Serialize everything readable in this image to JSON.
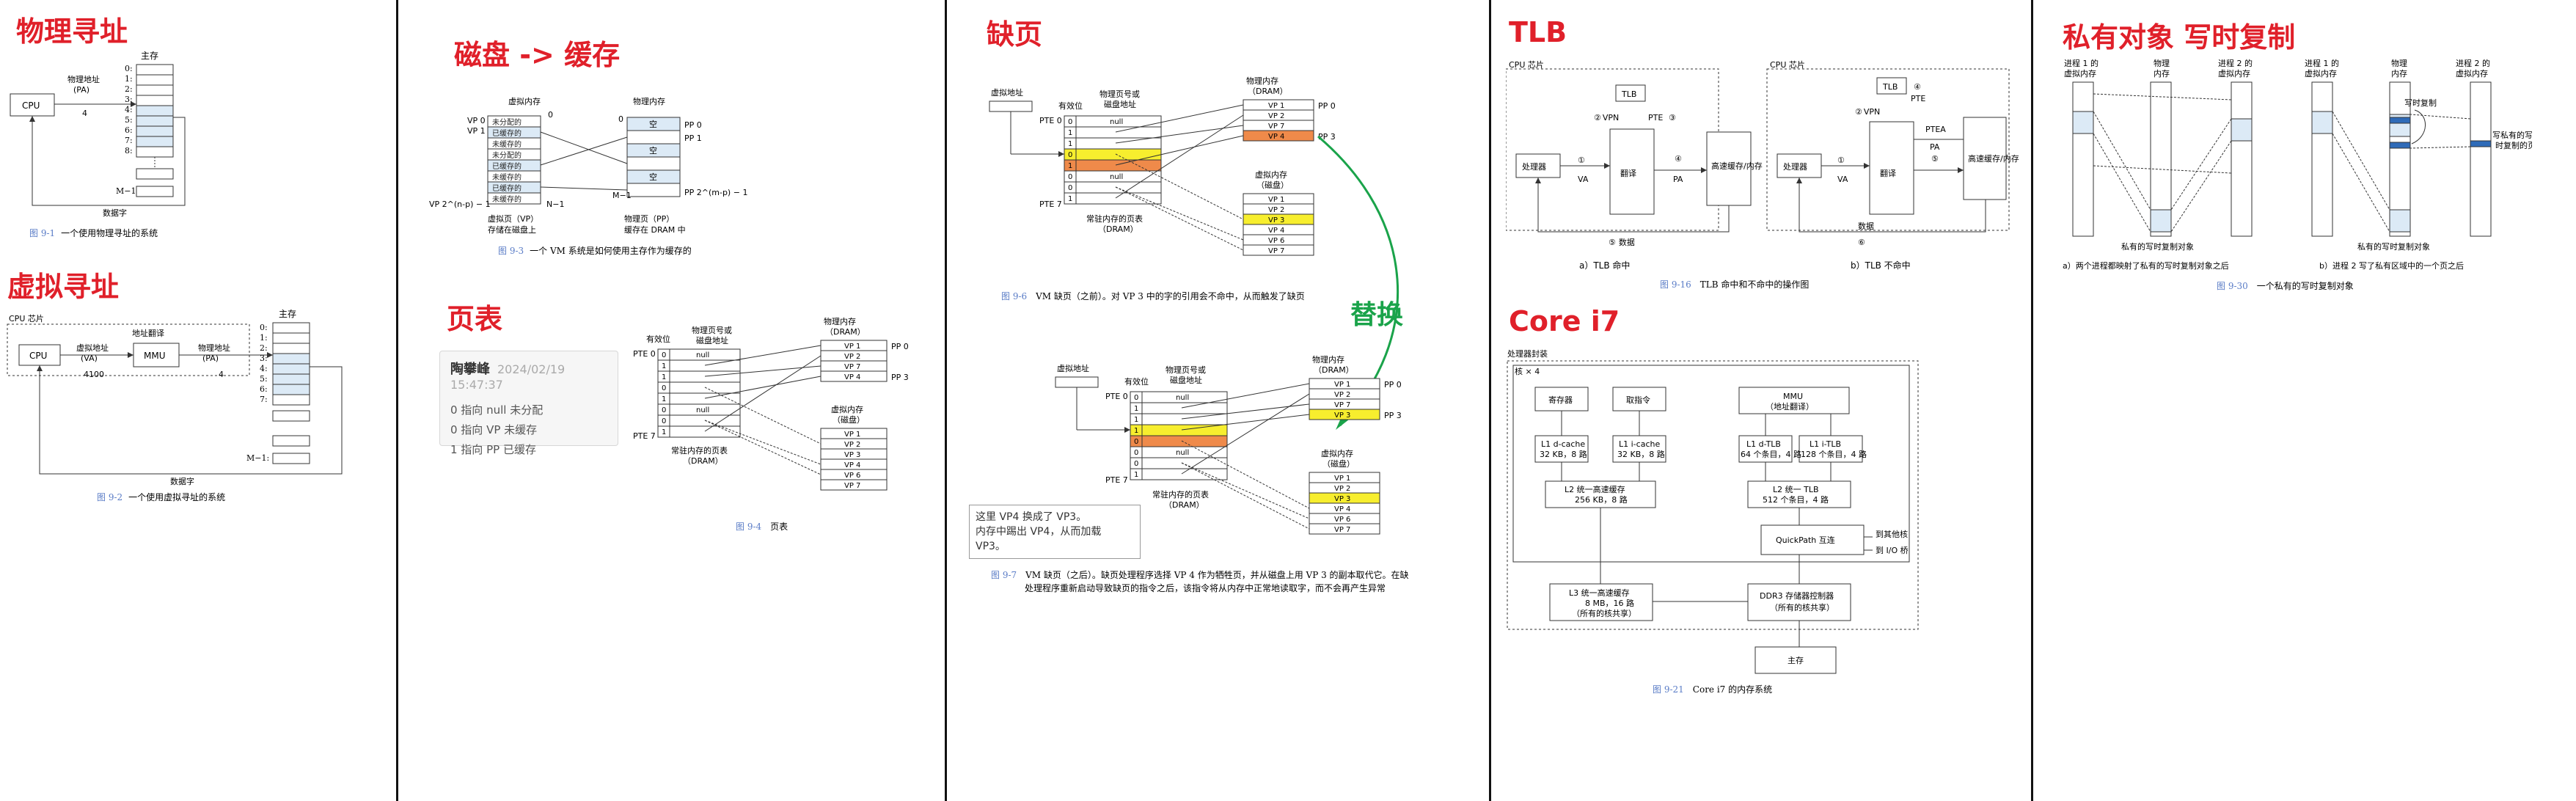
{
  "col1": {
    "title1": "物理寻址",
    "title2": "虚拟寻址",
    "fig1": {
      "main_memory": "主存",
      "pa_label": "物理地址",
      "pa_abbr": "(PA)",
      "pa_value": "4",
      "cpu": "CPU",
      "rows": [
        "0:",
        "1:",
        "2:",
        "3:",
        "4:",
        "5:",
        "6:",
        "7:",
        "8:"
      ],
      "m1": "M−1:",
      "data_word": "数据字",
      "caption_num": "图 9-1",
      "caption_text": "一个使用物理寻址的系统"
    },
    "fig2": {
      "cpu_chip": "CPU 芯片",
      "main_memory": "主存",
      "cpu": "CPU",
      "va_label": "虚拟地址",
      "va_abbr": "(VA)",
      "va_value": "4100",
      "mmu_title": "地址翻译",
      "mmu": "MMU",
      "pa_label": "物理地址",
      "pa_abbr": "(PA)",
      "pa_value": "4",
      "rows": [
        "0:",
        "1:",
        "2:",
        "3:",
        "4:",
        "5:",
        "6:",
        "7:"
      ],
      "m1": "M−1:",
      "data_word": "数据字",
      "caption_num": "图 9-2",
      "caption_text": "一个使用虚拟寻址的系统"
    }
  },
  "col2": {
    "title1": "磁盘 -> 缓存",
    "title2": "页表",
    "fig3": {
      "vm_title": "虚拟内存",
      "pm_title": "物理内存",
      "vp0": "VP 0",
      "vp1": "VP 1",
      "vpn": "VP 2^(n-p) − 1",
      "zero": "0",
      "n1": "N−1",
      "m1": "M−1",
      "cells": [
        "未分配的",
        "已缓存的",
        "未缓存的",
        "未分配的",
        "已缓存的",
        "未缓存的",
        "已缓存的",
        "未缓存的"
      ],
      "pm_cells": [
        "空",
        "",
        "空",
        "",
        "空",
        ""
      ],
      "pp0": "PP 0",
      "pp1": "PP 1",
      "ppn": "PP 2^(m-p) − 1",
      "vm_caption1": "虚拟页（VP）",
      "vm_caption2": "存储在磁盘上",
      "pm_caption1": "物理页（PP）",
      "pm_caption2": "缓存在 DRAM 中",
      "caption_num": "图 9-3",
      "caption_text": "一个 VM 系统是如何使用主存作为缓存的"
    },
    "note": {
      "author": "陶攀峰",
      "date": "2024/02/19 15:47:37",
      "lines": [
        "0 指向 null 未分配",
        "0 指向 VP 未缓存",
        "1 指向 PP 已缓存"
      ]
    },
    "fig4": {
      "valid": "有效位",
      "ppn_title1": "物理页号或",
      "ppn_title2": "磁盘地址",
      "pm_title": "物理内存",
      "pm_sub": "（DRAM）",
      "pte0": "PTE 0",
      "pte7": "PTE 7",
      "bits": [
        "0",
        "1",
        "1",
        "0",
        "1",
        "0",
        "0",
        "1"
      ],
      "nulls": [
        "null",
        "",
        "",
        "",
        "",
        "null",
        "",
        ""
      ],
      "pm_vps": [
        "VP 1",
        "VP 2",
        "VP 7",
        "VP 4"
      ],
      "pp0": "PP 0",
      "pp3": "PP 3",
      "vm_title": "虚拟内存",
      "vm_sub": "（磁盘）",
      "vm_vps": [
        "VP 1",
        "VP 2",
        "VP 3",
        "VP 4",
        "VP 6",
        "VP 7"
      ],
      "pt_caption1": "常驻内存的页表",
      "pt_caption2": "（DRAM）",
      "caption_num": "图 9-4",
      "caption_text": "页表"
    }
  },
  "col3": {
    "title": "缺页",
    "replace": "替换",
    "fig_before": {
      "va": "虚拟地址",
      "valid": "有效位",
      "ppn1": "物理页号或",
      "ppn2": "磁盘地址",
      "pm_title": "物理内存",
      "pm_sub": "（DRAM）",
      "pte0": "PTE 0",
      "pte7": "PTE 7",
      "bits": [
        "0",
        "1",
        "1",
        "0",
        "1",
        "0",
        "0",
        "1"
      ],
      "nulls": [
        "null",
        "",
        "",
        "",
        "",
        "null",
        "",
        ""
      ],
      "pm_vps": [
        "VP 1",
        "VP 2",
        "VP 7",
        "VP 4"
      ],
      "pp0": "PP 0",
      "pp3": "PP 3",
      "vm_title": "虚拟内存",
      "vm_sub": "（磁盘）",
      "vm_vps": [
        "VP 1",
        "VP 2",
        "VP 3",
        "VP 4",
        "VP 6",
        "VP 7"
      ],
      "pt_caption1": "常驻内存的页表",
      "pt_caption2": "（DRAM）",
      "caption_num": "图 9-6",
      "caption_text": "VM 缺页（之前）。对 VP 3 中的字的引用会不命中，从而触发了缺页"
    },
    "fig_after": {
      "va": "虚拟地址",
      "valid": "有效位",
      "ppn1": "物理页号或",
      "ppn2": "磁盘地址",
      "pm_title": "物理内存",
      "pm_sub": "（DRAM）",
      "pte0": "PTE 0",
      "pte7": "PTE 7",
      "bits": [
        "0",
        "1",
        "1",
        "1",
        "0",
        "0",
        "0",
        "1"
      ],
      "nulls": [
        "null",
        "",
        "",
        "",
        "",
        "null",
        "",
        ""
      ],
      "pm_vps": [
        "VP 1",
        "VP 2",
        "VP 7",
        "VP 3"
      ],
      "pp0": "PP 0",
      "pp3": "PP 3",
      "vm_title": "虚拟内存",
      "vm_sub": "（磁盘）",
      "vm_vps": [
        "VP 1",
        "VP 2",
        "VP 3",
        "VP 4",
        "VP 6",
        "VP 7"
      ],
      "pt_caption1": "常驻内存的页表",
      "pt_caption2": "（DRAM）",
      "note_lines": [
        "这里 VP4 换成了 VP3。",
        "内存中踢出 VP4，从而加载 VP3。"
      ],
      "caption_num": "图 9-7",
      "caption_line1": "VM 缺页（之后）。缺页处理程序选择 VP 4 作为牺牲页，并从磁盘上用 VP 3 的副本取代它。在缺页",
      "caption_line2": "处理程序重新启动导致缺页的指令之后，该指令将从内存中正常地读取字，而不会再产生异常"
    }
  },
  "col4": {
    "title1": "TLB",
    "title2": "Core i7",
    "tlb": {
      "chip_a": "CPU 芯片",
      "chip_b": "CPU 芯片",
      "tlb": "TLB",
      "vpn": "VPN",
      "pte": "PTE",
      "processor": "处理器",
      "va": "VA",
      "translate": "翻译",
      "pa": "PA",
      "cache": "高速缓存/内存",
      "ptea": "PTEA",
      "data": "数据",
      "steps": [
        "①",
        "②",
        "③",
        "④",
        "⑤",
        "⑥"
      ],
      "sub_a": "a）TLB 命中",
      "sub_b": "b）TLB 不命中",
      "caption_num": "图 9-16",
      "caption_text": "TLB 命中和不命中的操作图"
    },
    "corei7": {
      "package": "处理器封装",
      "core": "核 × 4",
      "regs": "寄存器",
      "fetch": "取指令",
      "mmu1": "MMU",
      "mmu2": "（地址翻译）",
      "l1d1": "L1 d-cache",
      "l1d2": "32 KB，8 路",
      "l1i1": "L1 i-cache",
      "l1i2": "32 KB，8 路",
      "l1dt1": "L1 d-TLB",
      "l1dt2": "64 个条目，4 路",
      "l1it1": "L1 i-TLB",
      "l1it2": "128 个条目，4 路",
      "l21": "L2 统一高速缓存",
      "l22": "256 KB，8 路",
      "l2t1": "L2 统一 TLB",
      "l2t2": "512 个条目，4 路",
      "qpi": "QuickPath 互连",
      "to_core": "到其他核",
      "to_io": "到 I/O 桥",
      "l31": "L3 统一高速缓存",
      "l32": "8 MB，16 路",
      "l33": "（所有的核共享）",
      "ddr1": "DDR3 存储器控制器",
      "ddr2": "（所有的核共享）",
      "mem": "主存",
      "caption_num": "图 9-21",
      "caption_text": "Core i7 的内存系统"
    }
  },
  "col5": {
    "title": "私有对象 写时复制",
    "fig": {
      "p1a": "进程 1 的",
      "p1b": "虚拟内存",
      "pm_a": "物理",
      "pm_b": "内存",
      "p2a": "进程 2 的",
      "p2b": "虚拟内存",
      "cow": "写时复制",
      "private_obj": "私有的写时复制对象",
      "write_page1": "写私有的写",
      "write_page2": "时复制的页",
      "sub_a": "a）两个进程都映射了私有的写时复制对象之后",
      "sub_b": "b）进程 2 写了私有区域中的一个页之后",
      "caption_num": "图 9-30",
      "caption_text": "一个私有的写时复制对象"
    }
  }
}
